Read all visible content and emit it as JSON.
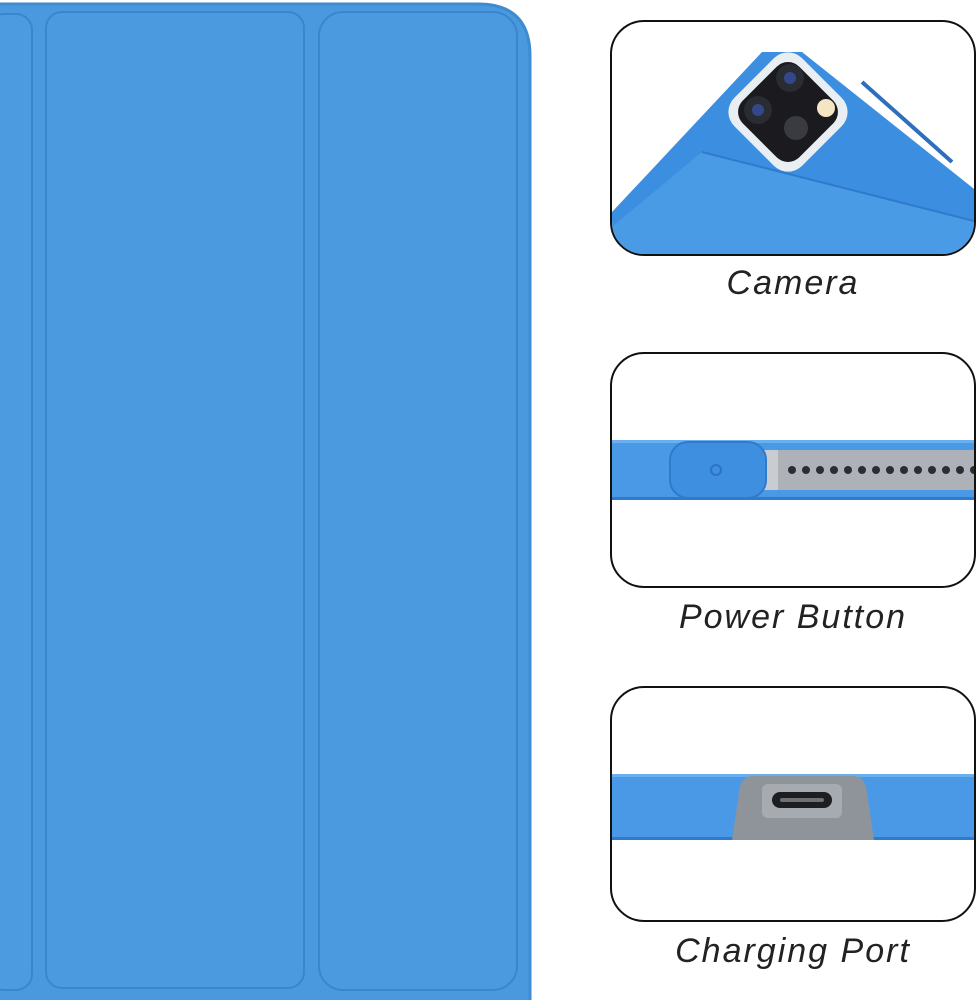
{
  "product": {
    "color": "#4A98DD"
  },
  "detail_panels": [
    {
      "id": "camera",
      "caption": "Camera"
    },
    {
      "id": "power",
      "caption": "Power Button"
    },
    {
      "id": "charging",
      "caption": "Charging Port"
    }
  ]
}
